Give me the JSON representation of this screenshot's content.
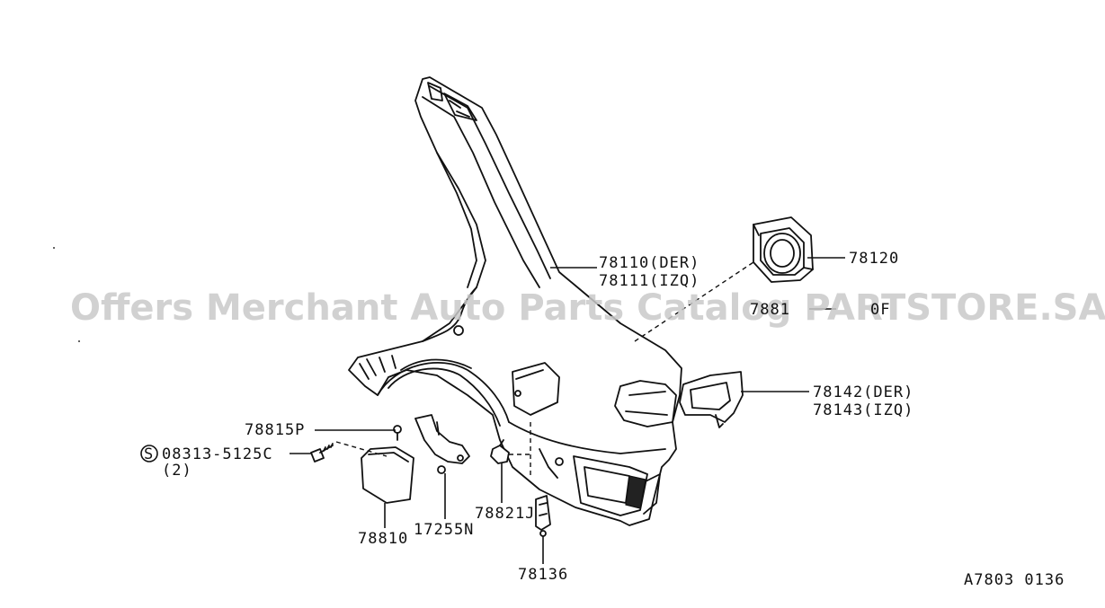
{
  "watermark": "Offers Merchant Auto Parts Catalog PARTSTORE.SA",
  "diagram_code": "A7803 0136",
  "labels": {
    "p78110": "78110(DER)",
    "p78111": "78111(IZQ)",
    "p78120": "78120",
    "p7881": "7881",
    "p7881_suffix": "0F",
    "p78142": "78142(DER)",
    "p78143": "78143(IZQ)",
    "p78815p": "78815P",
    "bolt_symbol": "S",
    "bolt_part": "08313-5125C",
    "bolt_qty": "(2)",
    "p78810": "78810",
    "p17255n": "17255N",
    "p78821j": "78821J",
    "p78136": "78136"
  }
}
